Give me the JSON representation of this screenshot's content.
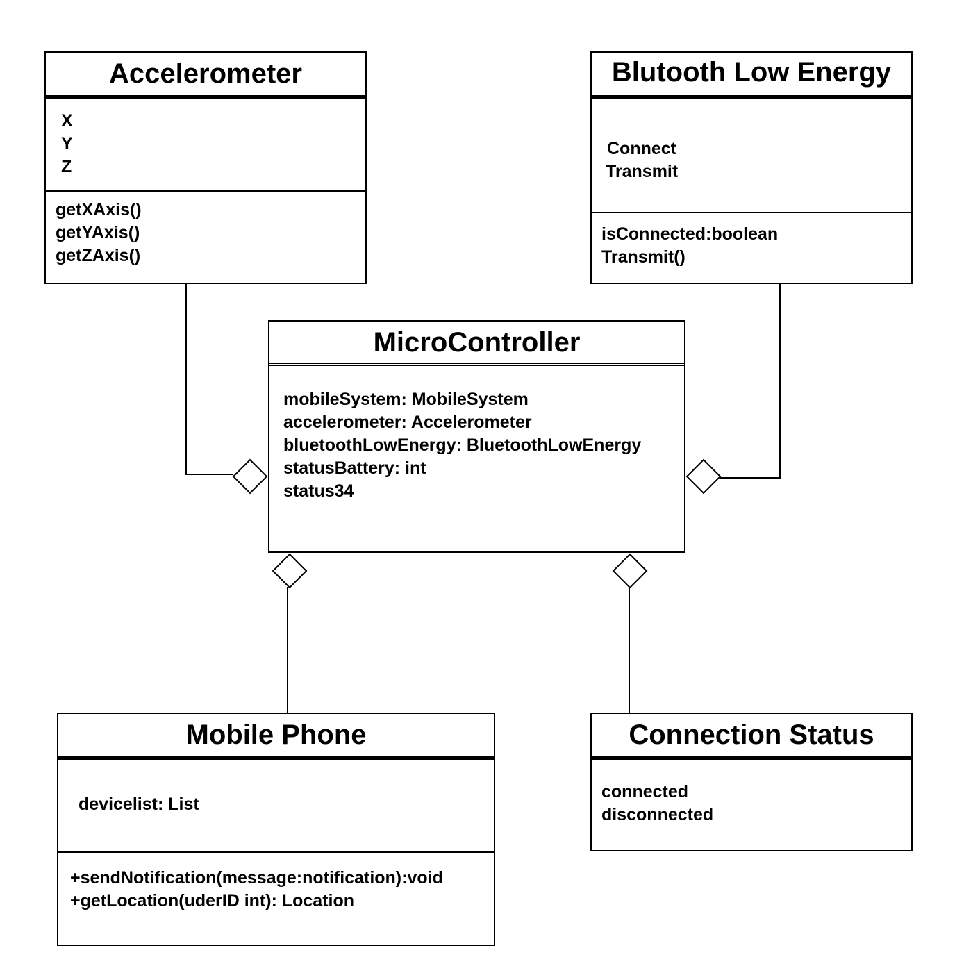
{
  "accelerometer": {
    "title": "Accelerometer",
    "attributes": [
      "X",
      "Y",
      "Z"
    ],
    "methods": [
      "getXAxis()",
      "getYAxis()",
      "getZAxis()"
    ]
  },
  "ble": {
    "title": "Blutooth Low Energy",
    "attributes": [
      "Connect",
      "Transmit"
    ],
    "methods": [
      "isConnected:boolean",
      "Transmit()"
    ]
  },
  "microcontroller": {
    "title": "MicroController",
    "attributes": [
      "mobileSystem: MobileSystem",
      "accelerometer: Accelerometer",
      "bluetoothLowEnergy: BluetoothLowEnergy",
      "statusBattery: int",
      "status34"
    ]
  },
  "mobile_phone": {
    "title": "Mobile Phone",
    "attributes": [
      "devicelist: List"
    ],
    "methods": [
      "+sendNotification(message:notification):void",
      "+getLocation(uderID int): Location"
    ]
  },
  "connection_status": {
    "title": "Connection Status",
    "attributes": [
      "connected",
      "disconnected"
    ]
  }
}
